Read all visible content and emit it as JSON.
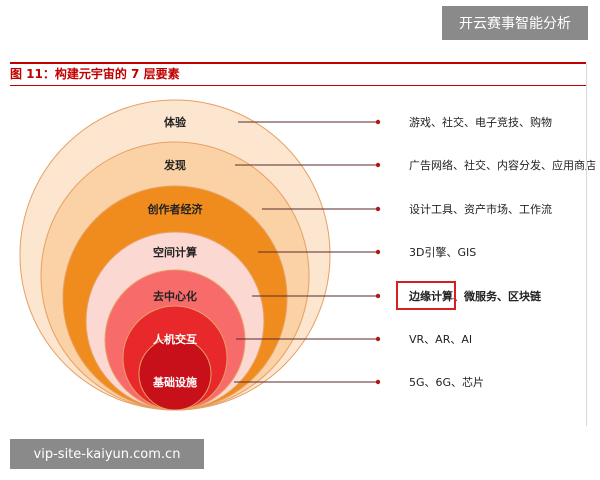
{
  "banner": {
    "text": "开云赛事智能分析"
  },
  "figure": {
    "title": "图 11：构建元宇宙的 7 层要素"
  },
  "footer": {
    "text": "vip-site-kaiyun.com.cn"
  },
  "colors": {
    "title_red": "#c00000",
    "highlight_box": "#d62020",
    "connector": "#5a2a2a"
  },
  "layers": [
    {
      "name": "体验",
      "description": "游戏、社交、电子竞技、购物",
      "fill": "#fde6cf",
      "text_color": "#222222",
      "highlighted": false
    },
    {
      "name": "发现",
      "description": "广告网络、社交、内容分发、应用商店",
      "fill": "#fbd1a6",
      "text_color": "#222222",
      "highlighted": false
    },
    {
      "name": "创作者经济",
      "description": "设计工具、资产市场、工作流",
      "fill": "#f08c1e",
      "text_color": "#222222",
      "highlighted": false
    },
    {
      "name": "空间计算",
      "description": "3D引擎、GIS",
      "fill": "#fcd8d2",
      "text_color": "#222222",
      "highlighted": false
    },
    {
      "name": "去中心化",
      "description": "边缘计算、微服务、区块链",
      "highlight_term": "边缘计算",
      "rest": "、微服务、区块链",
      "fill": "#f76b6b",
      "text_color": "#222222",
      "highlighted": true
    },
    {
      "name": "人机交互",
      "description": "VR、AR、AI",
      "fill": "#e8282a",
      "text_color": "#ffffff",
      "highlighted": false
    },
    {
      "name": "基础设施",
      "description": "5G、6G、芯片",
      "fill": "#c8101a",
      "text_color": "#ffffff",
      "highlighted": false
    }
  ]
}
